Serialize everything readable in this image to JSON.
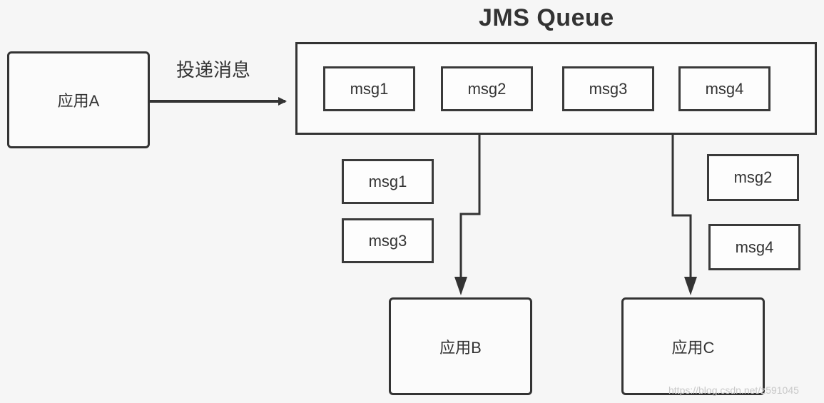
{
  "queue": {
    "title": "JMS Queue",
    "messages": [
      "msg1",
      "msg2",
      "msg3",
      "msg4"
    ]
  },
  "producer": {
    "name": "应用A",
    "action_label": "投递消息"
  },
  "consumers": [
    {
      "name": "应用B",
      "received": [
        "msg1",
        "msg3"
      ]
    },
    {
      "name": "应用C",
      "received": [
        "msg2",
        "msg4"
      ]
    }
  ],
  "watermark": "https://blog.csdn.net/z591045"
}
